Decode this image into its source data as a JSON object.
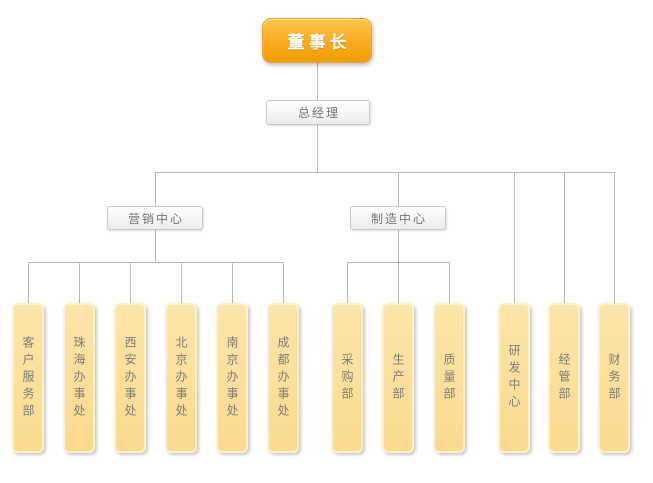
{
  "chart": {
    "type": "org-chart",
    "root": {
      "label": "董事长"
    },
    "manager": {
      "label": "总经理"
    },
    "centers": [
      {
        "label": "营销中心"
      },
      {
        "label": "制造中心"
      }
    ],
    "leaves": [
      {
        "label": "客户服务部",
        "parent": "营销中心"
      },
      {
        "label": "珠海办事处",
        "parent": "营销中心"
      },
      {
        "label": "西安办事处",
        "parent": "营销中心"
      },
      {
        "label": "北京办事处",
        "parent": "营销中心"
      },
      {
        "label": "南京办事处",
        "parent": "营销中心"
      },
      {
        "label": "成都办事处",
        "parent": "营销中心"
      },
      {
        "label": "采购部",
        "parent": "制造中心"
      },
      {
        "label": "生产部",
        "parent": "制造中心"
      },
      {
        "label": "质量部",
        "parent": "制造中心"
      },
      {
        "label": "研发中心",
        "parent": "总经理"
      },
      {
        "label": "经管部",
        "parent": "总经理"
      },
      {
        "label": "财务部",
        "parent": "总经理"
      }
    ]
  },
  "colors": {
    "canvas_bg": "#ffffff",
    "connector": "#b9b9b9",
    "root_gradient_top": "#fdc74b",
    "root_gradient_bottom": "#f39c02",
    "root_border": "#eda12c",
    "root_text": "#ffffff",
    "box_bg_top": "#ffffff",
    "box_bg_bottom": "#ececec",
    "box_border": "#c9c9c9",
    "box_text": "#757575",
    "leaf_bg_top": "#fce5a8",
    "leaf_bg_bottom": "#fbda8e",
    "leaf_border": "#fdf0cb",
    "leaf_text": "#7d7d7d"
  }
}
